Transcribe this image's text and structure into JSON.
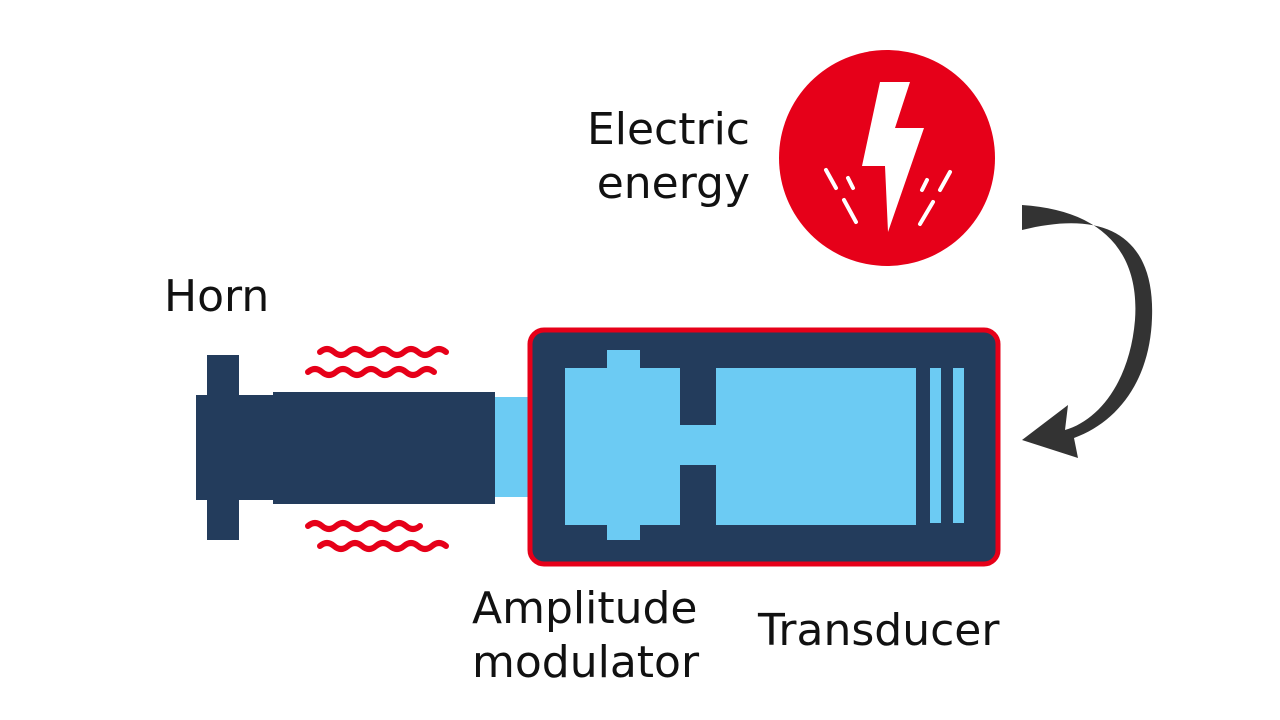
{
  "labels": {
    "electric_line1": "Electric",
    "electric_line2": "energy",
    "horn": "Horn",
    "amplitude_line1": "Amplitude",
    "amplitude_line2": "modulator",
    "transducer": "Transducer"
  },
  "icons": {
    "energy": "lightning-bolt-icon",
    "flow": "curved-arrow-icon",
    "vibration": "wavy-lines-icon"
  },
  "colors": {
    "accent_red": "#e60019",
    "dark_navy": "#233c5c",
    "light_blue": "#6ccbf3",
    "arrow_gray": "#333333",
    "text": "#111111",
    "background": "#ffffff"
  }
}
